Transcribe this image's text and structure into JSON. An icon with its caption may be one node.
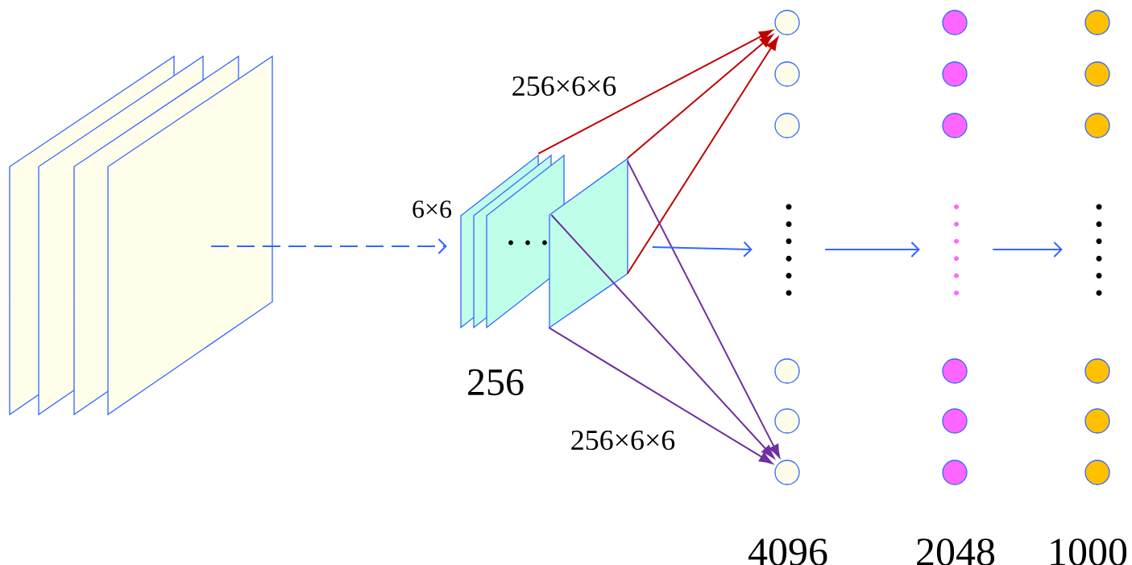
{
  "diagram": {
    "nodes": [
      {
        "text": [],
        "shape": "box"
      },
      {
        "text": [],
        "shape": "box",
        "beside": [
          "6×6",
          "256"
        ]
      },
      {
        "text": [],
        "shape": "box"
      },
      {
        "text": [],
        "shape": "circle"
      },
      {
        "text": [],
        "shape": "circle"
      },
      {
        "text": [],
        "shape": "circle"
      },
      {
        "text": [],
        "shape": "circle"
      },
      {
        "text": [],
        "shape": "circle"
      },
      {
        "text": [],
        "shape": "circle"
      },
      {
        "text": [],
        "shape": "circle"
      },
      {
        "text": [],
        "shape": "circle"
      },
      {
        "text": [],
        "shape": "circle"
      },
      {
        "text": [],
        "shape": "circle"
      },
      {
        "text": [],
        "shape": "circle"
      },
      {
        "text": [],
        "shape": "circle"
      },
      {
        "text": [],
        "shape": "circle"
      },
      {
        "text": [],
        "shape": "circle"
      },
      {
        "text": [],
        "shape": "circle"
      },
      {
        "text": [],
        "shape": "circle"
      },
      {
        "text": [],
        "shape": "circle"
      },
      {
        "text": [],
        "shape": "circle"
      },
      {
        "text": [],
        "shape": "dots"
      },
      {
        "text": [],
        "shape": "dots"
      },
      {
        "text": [],
        "shape": "dots"
      }
    ],
    "edges": [
      {
        "from": 0,
        "to": 1,
        "arrow": "to",
        "style": "dashed"
      },
      {
        "from": 1,
        "to": 3,
        "arrow": "to",
        "color": "#c00000",
        "label": "256×6×6"
      },
      {
        "from": 2,
        "to": 3,
        "arrow": "to",
        "color": "#c00000"
      },
      {
        "from": 2,
        "to": 3,
        "arrow": "to",
        "color": "#c00000"
      },
      {
        "from": 2,
        "to": 8,
        "arrow": "to",
        "color": "#7030a0"
      },
      {
        "from": 2,
        "to": 8,
        "arrow": "to",
        "color": "#7030a0"
      },
      {
        "from": 2,
        "to": 8,
        "arrow": "to",
        "color": "#7030a0",
        "label": "256×6×6"
      },
      {
        "from": 2,
        "to": 21,
        "arrow": "to"
      },
      {
        "from": 21,
        "to": 22,
        "arrow": "to"
      },
      {
        "from": 22,
        "to": 23,
        "arrow": "to"
      }
    ],
    "labels": [
      "· · ·",
      "4096",
      "2048",
      "1000"
    ]
  }
}
